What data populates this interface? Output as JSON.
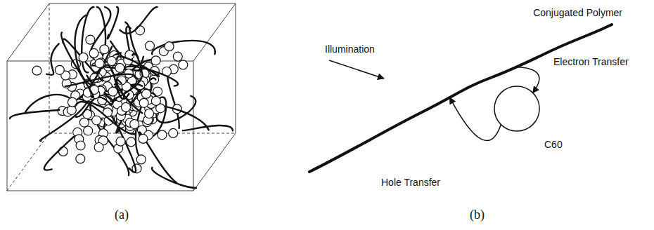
{
  "diagram": {
    "nodes": [
      {
        "text": [
          "Conjugated Polymer"
        ]
      },
      {
        "text": [
          "C60"
        ]
      }
    ],
    "edges": [
      {
        "from": 0,
        "to": 1,
        "arrow": "to",
        "label": "Electron Transfer"
      },
      {
        "from": 1,
        "to": 0,
        "arrow": "to",
        "label": "Hole Transfer"
      }
    ],
    "labels": [
      "Illumination",
      "(a)",
      "(b)"
    ]
  }
}
